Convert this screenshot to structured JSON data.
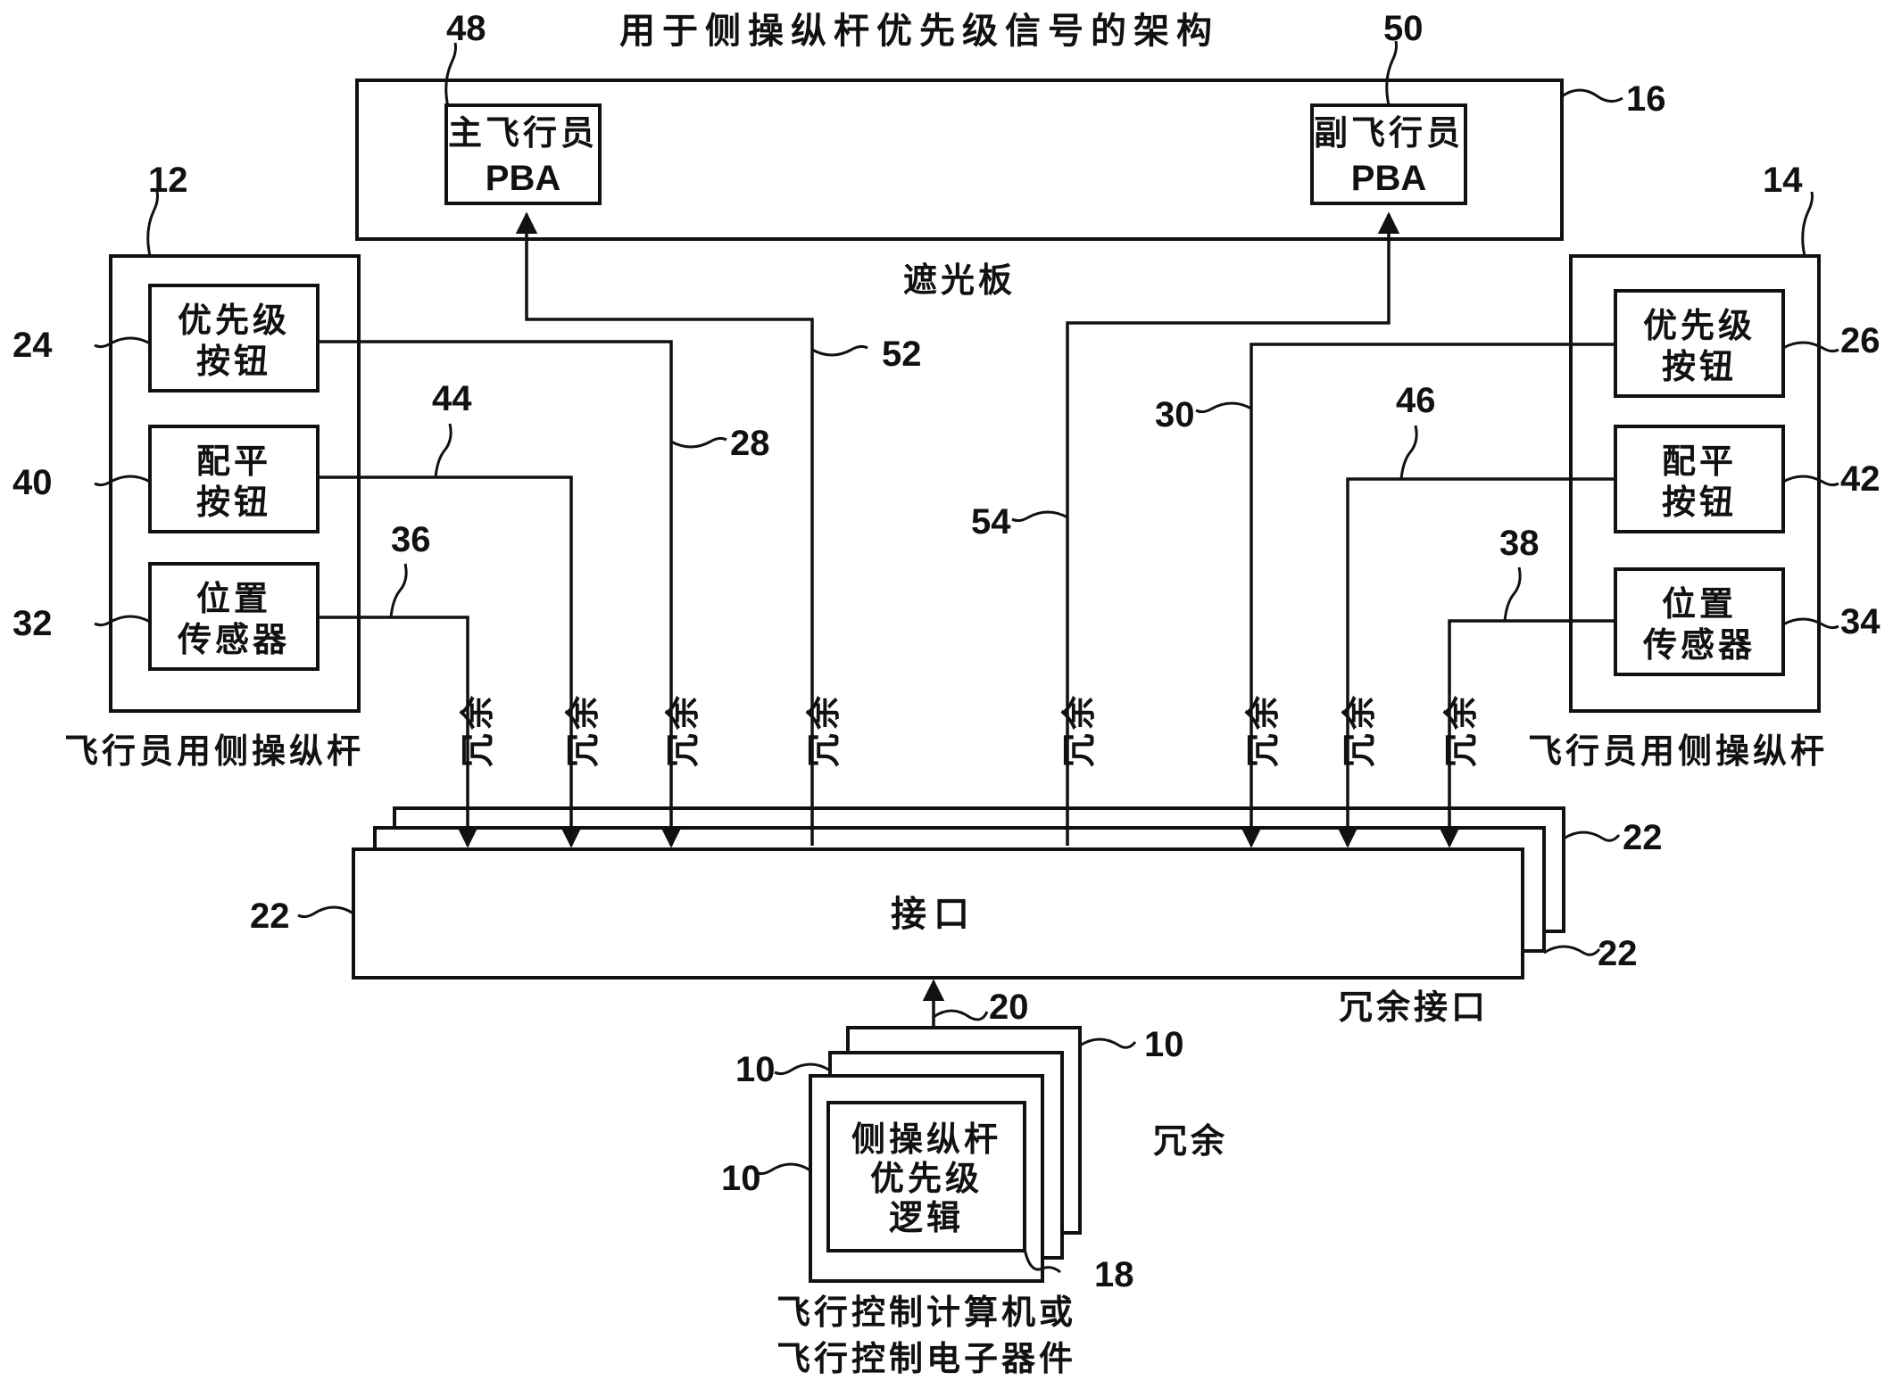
{
  "title": "用于侧操纵杆优先级信号的架构",
  "glareshield": {
    "label": "遮光板",
    "ref": "16",
    "pilot_pba": {
      "line1": "主飞行员",
      "line2": "PBA",
      "ref": "48"
    },
    "copilot_pba": {
      "line1": "副飞行员",
      "line2": "PBA",
      "ref": "50"
    }
  },
  "left_stick": {
    "ref": "12",
    "caption": "飞行员用侧操纵杆",
    "priority": {
      "line1": "优先级",
      "line2": "按钮",
      "ref": "24"
    },
    "trim": {
      "line1": "配平",
      "line2": "按钮",
      "ref": "40"
    },
    "sensor": {
      "line1": "位置",
      "line2": "传感器",
      "ref": "32"
    }
  },
  "right_stick": {
    "ref": "14",
    "caption": "飞行员用侧操纵杆",
    "priority": {
      "line1": "优先级",
      "line2": "按钮",
      "ref": "26"
    },
    "trim": {
      "line1": "配平",
      "line2": "按钮",
      "ref": "42"
    },
    "sensor": {
      "line1": "位置",
      "line2": "传感器",
      "ref": "34"
    }
  },
  "signals": {
    "s36": "36",
    "s44": "44",
    "s28": "28",
    "s52": "52",
    "s54": "54",
    "s30": "30",
    "s46": "46",
    "s38": "38"
  },
  "redundant_label": "冗余",
  "interface": {
    "label": "接口",
    "caption": "冗余接口",
    "ref_left": "22",
    "ref_back1": "22",
    "ref_back2": "22"
  },
  "bus_ref": "20",
  "computer": {
    "logic_line1": "侧操纵杆",
    "logic_line2": "优先级",
    "logic_line3": "逻辑",
    "logic_ref": "18",
    "ref_top": "10",
    "ref_mid": "10",
    "ref_front": "10",
    "redundant": "冗余",
    "caption_line1": "飞行控制计算机或",
    "caption_line2": "飞行控制电子器件"
  }
}
